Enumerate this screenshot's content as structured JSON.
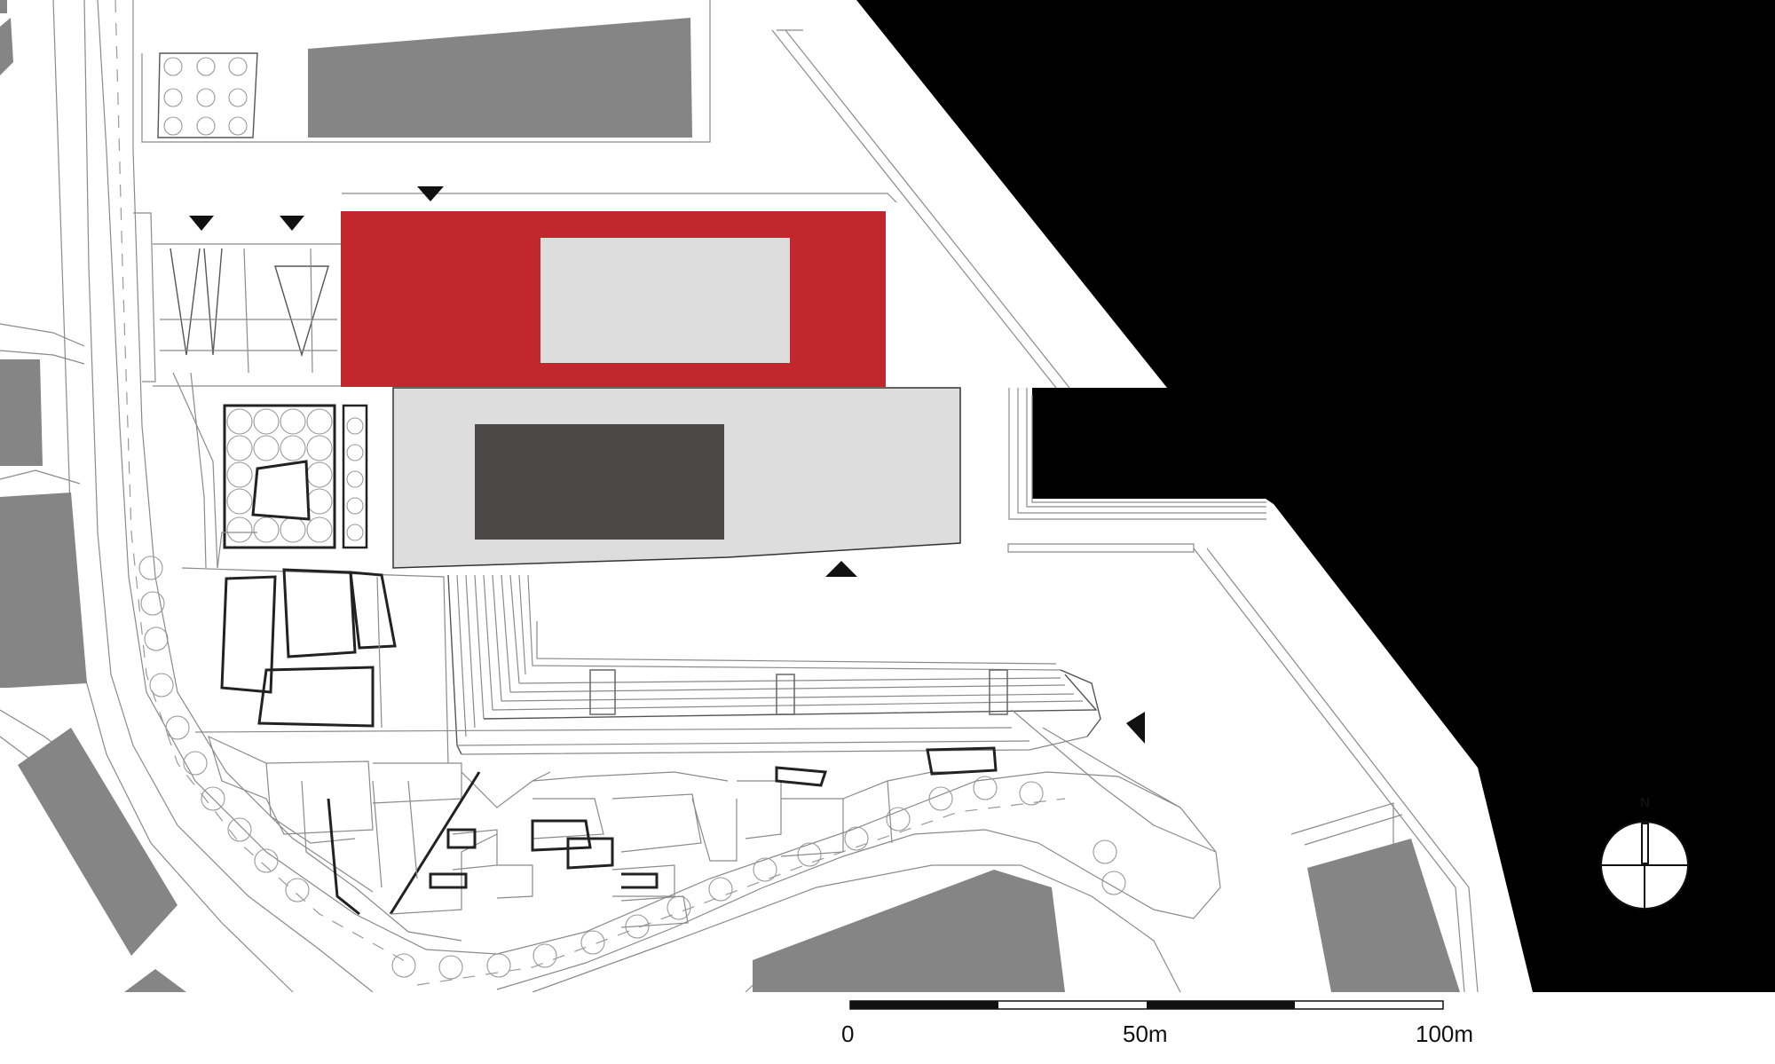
{
  "map": {
    "colors": {
      "water": "#000000",
      "highlight_building": "#c1272d",
      "highlight_courtyard": "#dddddd",
      "main_building": "#dddddd",
      "main_building_core": "#4d4848",
      "surrounding_buildings": "#858585",
      "ground": "#ffffff",
      "linework": "#8a8a8a"
    },
    "icons": [
      "entrance-triangle-icon",
      "north-arrow-icon",
      "tree-circle-icon"
    ]
  },
  "scale_bar": {
    "labels": [
      "0",
      "50m",
      "100m"
    ]
  },
  "compass": {
    "label": "N"
  }
}
